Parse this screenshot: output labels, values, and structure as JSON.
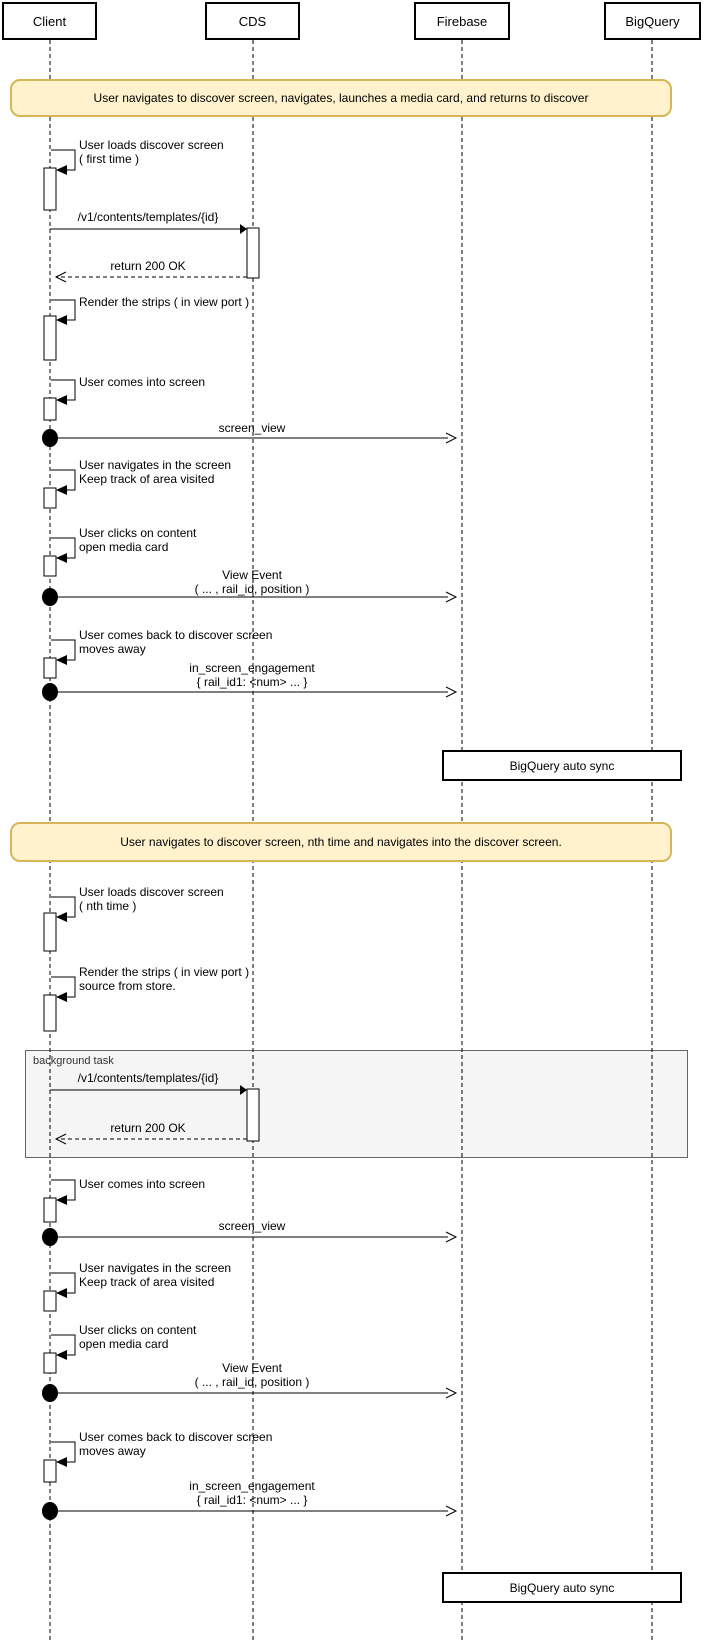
{
  "participants": [
    {
      "label": "Client"
    },
    {
      "label": "CDS"
    },
    {
      "label": "Firebase"
    },
    {
      "label": "BigQuery"
    }
  ],
  "banners": [
    {
      "text": "User navigates to discover screen, navigates, launches a media card, and returns to discover"
    },
    {
      "text": "User navigates to discover screen, nth time and navigates into the discover screen."
    }
  ],
  "frame": {
    "label": "background task"
  },
  "sync_boxes": [
    {
      "label": "BigQuery auto sync"
    },
    {
      "label": "BigQuery auto sync"
    }
  ],
  "requests": [
    {
      "label": "/v1/contents/templates/{id}",
      "return_label": "return 200 OK"
    },
    {
      "label": "/v1/contents/templates/{id}",
      "return_label": "return 200 OK"
    }
  ],
  "self_messages": [
    {
      "line1": "User loads discover screen",
      "line2": "( first time )"
    },
    {
      "line1": "Render the strips ( in view port )",
      "line2": ""
    },
    {
      "line1": "User comes into screen",
      "line2": ""
    },
    {
      "line1": "User navigates in the screen",
      "line2": "Keep track of area visited"
    },
    {
      "line1": "User clicks on content",
      "line2": "open media card"
    },
    {
      "line1": "User comes back to discover screen",
      "line2": "moves away"
    },
    {
      "line1": "User loads discover screen",
      "line2": "( nth time )"
    },
    {
      "line1": "Render the strips ( in view port )",
      "line2": "source from store."
    },
    {
      "line1": "User comes into screen",
      "line2": ""
    },
    {
      "line1": "User navigates in the screen",
      "line2": "Keep track of area visited"
    },
    {
      "line1": "User clicks on content",
      "line2": "open media card"
    },
    {
      "line1": "User comes back to discover screen",
      "line2": "moves away"
    }
  ],
  "events": [
    {
      "line1": "screen_view",
      "line2": ""
    },
    {
      "line1": "View Event",
      "line2": "( ... , rail_id, position )"
    },
    {
      "line1": "in_screen_engagement",
      "line2": "{ rail_id1: <num> ... }"
    },
    {
      "line1": "screen_view",
      "line2": ""
    },
    {
      "line1": "View Event",
      "line2": "( ... , rail_id, position )"
    },
    {
      "line1": "in_screen_engagement",
      "line2": "{ rail_id1: <num> ... }"
    }
  ],
  "colors": {
    "banner_bg": "#FFF2CC",
    "banner_border": "#D6B656",
    "frame_bg": "#F5F5F5",
    "line": "#000000"
  }
}
